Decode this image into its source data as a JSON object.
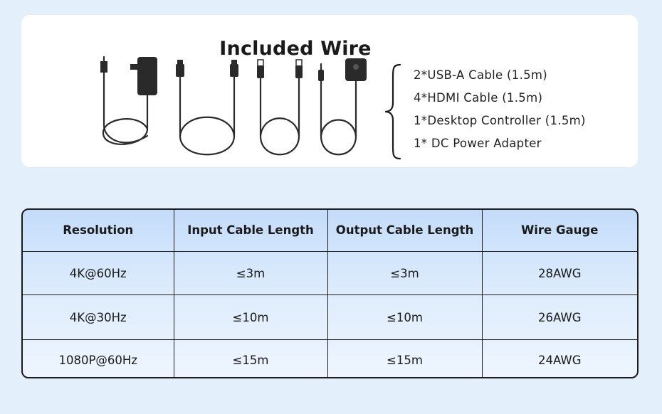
{
  "header": {
    "title": "Included Wire"
  },
  "included_items": [
    "2*USB-A Cable (1.5m)",
    "4*HDMI Cable (1.5m)",
    "1*Desktop Controller (1.5m)",
    "1* DC Power Adapter"
  ],
  "table": {
    "headers": [
      "Resolution",
      "Input Cable Length",
      "Output Cable Length",
      "Wire Gauge"
    ],
    "rows": [
      [
        "4K@60Hz",
        "≤3m",
        "≤3m",
        "28AWG"
      ],
      [
        "4K@30Hz",
        "≤10m",
        "≤10m",
        "26AWG"
      ],
      [
        "1080P@60Hz",
        "≤15m",
        "≤15m",
        "24AWG"
      ]
    ]
  },
  "icons": [
    "dc-power-adapter-icon",
    "hdmi-cable-icon",
    "usb-a-cable-icon",
    "desktop-controller-icon",
    "curly-brace-icon"
  ],
  "colors": {
    "background": "#e3effb",
    "card": "#ffffff",
    "table_header": "#c4dcfa",
    "border": "#1c1c1c"
  }
}
